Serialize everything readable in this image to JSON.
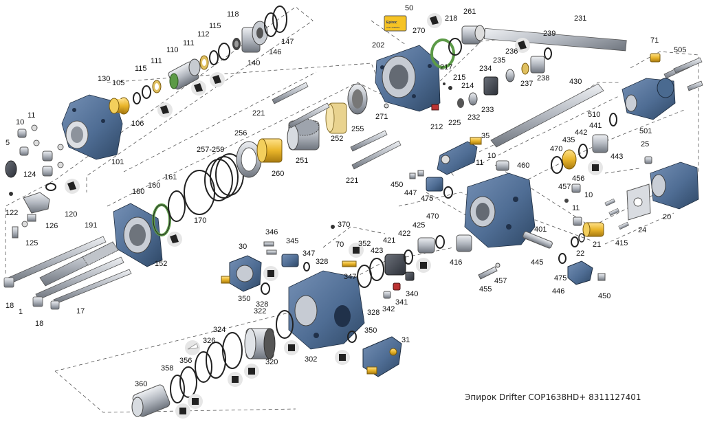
{
  "caption": "Эпирок Drifter COP1638HD+ 8311127401",
  "brand": {
    "logo_text": "Epiroc",
    "tag_text": "COP 1638HD+"
  },
  "colors": {
    "housing": "#4f6d94",
    "housing_dark": "#34506f",
    "steel": "#b7bcc4",
    "gold": "#e9b52a",
    "seal_green": "#5c9a47",
    "ring": "#222222",
    "dashed": "#555555",
    "thumb_bg": "#e6e6e6"
  },
  "parts": [
    {
      "id": "cover-50",
      "label": "50"
    },
    {
      "id": "270",
      "label": "270"
    },
    {
      "id": "218",
      "label": "218"
    },
    {
      "id": "261",
      "label": "261"
    },
    {
      "id": "231",
      "label": "231"
    },
    {
      "id": "239",
      "label": "239"
    },
    {
      "id": "71",
      "label": "71"
    },
    {
      "id": "505",
      "label": "505"
    },
    {
      "id": "202",
      "label": "202"
    },
    {
      "id": "215",
      "label": "215"
    },
    {
      "id": "217",
      "label": "217"
    },
    {
      "id": "234",
      "label": "234"
    },
    {
      "id": "235",
      "label": "235"
    },
    {
      "id": "236",
      "label": "236"
    },
    {
      "id": "237",
      "label": "237"
    },
    {
      "id": "238",
      "label": "238"
    },
    {
      "id": "214",
      "label": "214"
    },
    {
      "id": "233",
      "label": "233"
    },
    {
      "id": "232",
      "label": "232"
    },
    {
      "id": "225",
      "label": "225"
    },
    {
      "id": "212",
      "label": "212"
    },
    {
      "id": "271",
      "label": "271"
    },
    {
      "id": "255",
      "label": "255"
    },
    {
      "id": "252",
      "label": "252"
    },
    {
      "id": "221a",
      "label": "221"
    },
    {
      "id": "221b",
      "label": "221"
    },
    {
      "id": "251",
      "label": "251"
    },
    {
      "id": "256",
      "label": "256"
    },
    {
      "id": "260",
      "label": "260"
    },
    {
      "id": "257",
      "label": "257-259"
    },
    {
      "id": "170",
      "label": "170"
    },
    {
      "id": "430",
      "label": "430"
    },
    {
      "id": "501",
      "label": "501"
    },
    {
      "id": "510",
      "label": "510"
    },
    {
      "id": "441",
      "label": "441"
    },
    {
      "id": "442",
      "label": "442"
    },
    {
      "id": "435",
      "label": "435"
    },
    {
      "id": "443",
      "label": "443"
    },
    {
      "id": "470a",
      "label": "470"
    },
    {
      "id": "456",
      "label": "456"
    },
    {
      "id": "25",
      "label": "25"
    },
    {
      "id": "20",
      "label": "20"
    },
    {
      "id": "24",
      "label": "24"
    },
    {
      "id": "415",
      "label": "415"
    },
    {
      "id": "21",
      "label": "21"
    },
    {
      "id": "22",
      "label": "22"
    },
    {
      "id": "457a",
      "label": "457"
    },
    {
      "id": "10b",
      "label": "10"
    },
    {
      "id": "11b",
      "label": "11"
    },
    {
      "id": "35",
      "label": "35"
    },
    {
      "id": "11c",
      "label": "11"
    },
    {
      "id": "10c",
      "label": "10"
    },
    {
      "id": "460",
      "label": "460"
    },
    {
      "id": "450a",
      "label": "450"
    },
    {
      "id": "447",
      "label": "447"
    },
    {
      "id": "475a",
      "label": "475"
    },
    {
      "id": "401",
      "label": "401"
    },
    {
      "id": "445",
      "label": "445"
    },
    {
      "id": "475b",
      "label": "475"
    },
    {
      "id": "446",
      "label": "446"
    },
    {
      "id": "450b",
      "label": "450"
    },
    {
      "id": "455",
      "label": "455"
    },
    {
      "id": "457b",
      "label": "457"
    },
    {
      "id": "416",
      "label": "416"
    },
    {
      "id": "470b",
      "label": "470"
    },
    {
      "id": "425",
      "label": "425"
    },
    {
      "id": "422",
      "label": "422"
    },
    {
      "id": "421",
      "label": "421"
    },
    {
      "id": "423",
      "label": "423"
    },
    {
      "id": "352",
      "label": "352"
    },
    {
      "id": "370",
      "label": "370"
    },
    {
      "id": "70",
      "label": "70"
    },
    {
      "id": "328a",
      "label": "328"
    },
    {
      "id": "347a",
      "label": "347"
    },
    {
      "id": "347b",
      "label": "347"
    },
    {
      "id": "345",
      "label": "345"
    },
    {
      "id": "346",
      "label": "346"
    },
    {
      "id": "30",
      "label": "30"
    },
    {
      "id": "350a",
      "label": "350"
    },
    {
      "id": "328b",
      "label": "328"
    },
    {
      "id": "322",
      "label": "322"
    },
    {
      "id": "340",
      "label": "340"
    },
    {
      "id": "341",
      "label": "341"
    },
    {
      "id": "342",
      "label": "342"
    },
    {
      "id": "328c",
      "label": "328"
    },
    {
      "id": "350b",
      "label": "350"
    },
    {
      "id": "31",
      "label": "31"
    },
    {
      "id": "302",
      "label": "302"
    },
    {
      "id": "320",
      "label": "320"
    },
    {
      "id": "324",
      "label": "324"
    },
    {
      "id": "326",
      "label": "326"
    },
    {
      "id": "356",
      "label": "356"
    },
    {
      "id": "358",
      "label": "358"
    },
    {
      "id": "360",
      "label": "360"
    },
    {
      "id": "118",
      "label": "118"
    },
    {
      "id": "147",
      "label": "147"
    },
    {
      "id": "146",
      "label": "146"
    },
    {
      "id": "140",
      "label": "140"
    },
    {
      "id": "115a",
      "label": "115"
    },
    {
      "id": "112",
      "label": "112"
    },
    {
      "id": "111a",
      "label": "111"
    },
    {
      "id": "110",
      "label": "110"
    },
    {
      "id": "111b",
      "label": "111"
    },
    {
      "id": "115b",
      "label": "115"
    },
    {
      "id": "130",
      "label": "130"
    },
    {
      "id": "105",
      "label": "105"
    },
    {
      "id": "106",
      "label": "106"
    },
    {
      "id": "11a",
      "label": "11"
    },
    {
      "id": "10a",
      "label": "10"
    },
    {
      "id": "5",
      "label": "5"
    },
    {
      "id": "124",
      "label": "124"
    },
    {
      "id": "101",
      "label": "101"
    },
    {
      "id": "122",
      "label": "122"
    },
    {
      "id": "120",
      "label": "120"
    },
    {
      "id": "126",
      "label": "126"
    },
    {
      "id": "125",
      "label": "125"
    },
    {
      "id": "180",
      "label": "180"
    },
    {
      "id": "160",
      "label": "160"
    },
    {
      "id": "161",
      "label": "161"
    },
    {
      "id": "191",
      "label": "191"
    },
    {
      "id": "152",
      "label": "152"
    },
    {
      "id": "18a",
      "label": "18"
    },
    {
      "id": "1",
      "label": "1"
    },
    {
      "id": "18b",
      "label": "18"
    },
    {
      "id": "17",
      "label": "17"
    }
  ]
}
